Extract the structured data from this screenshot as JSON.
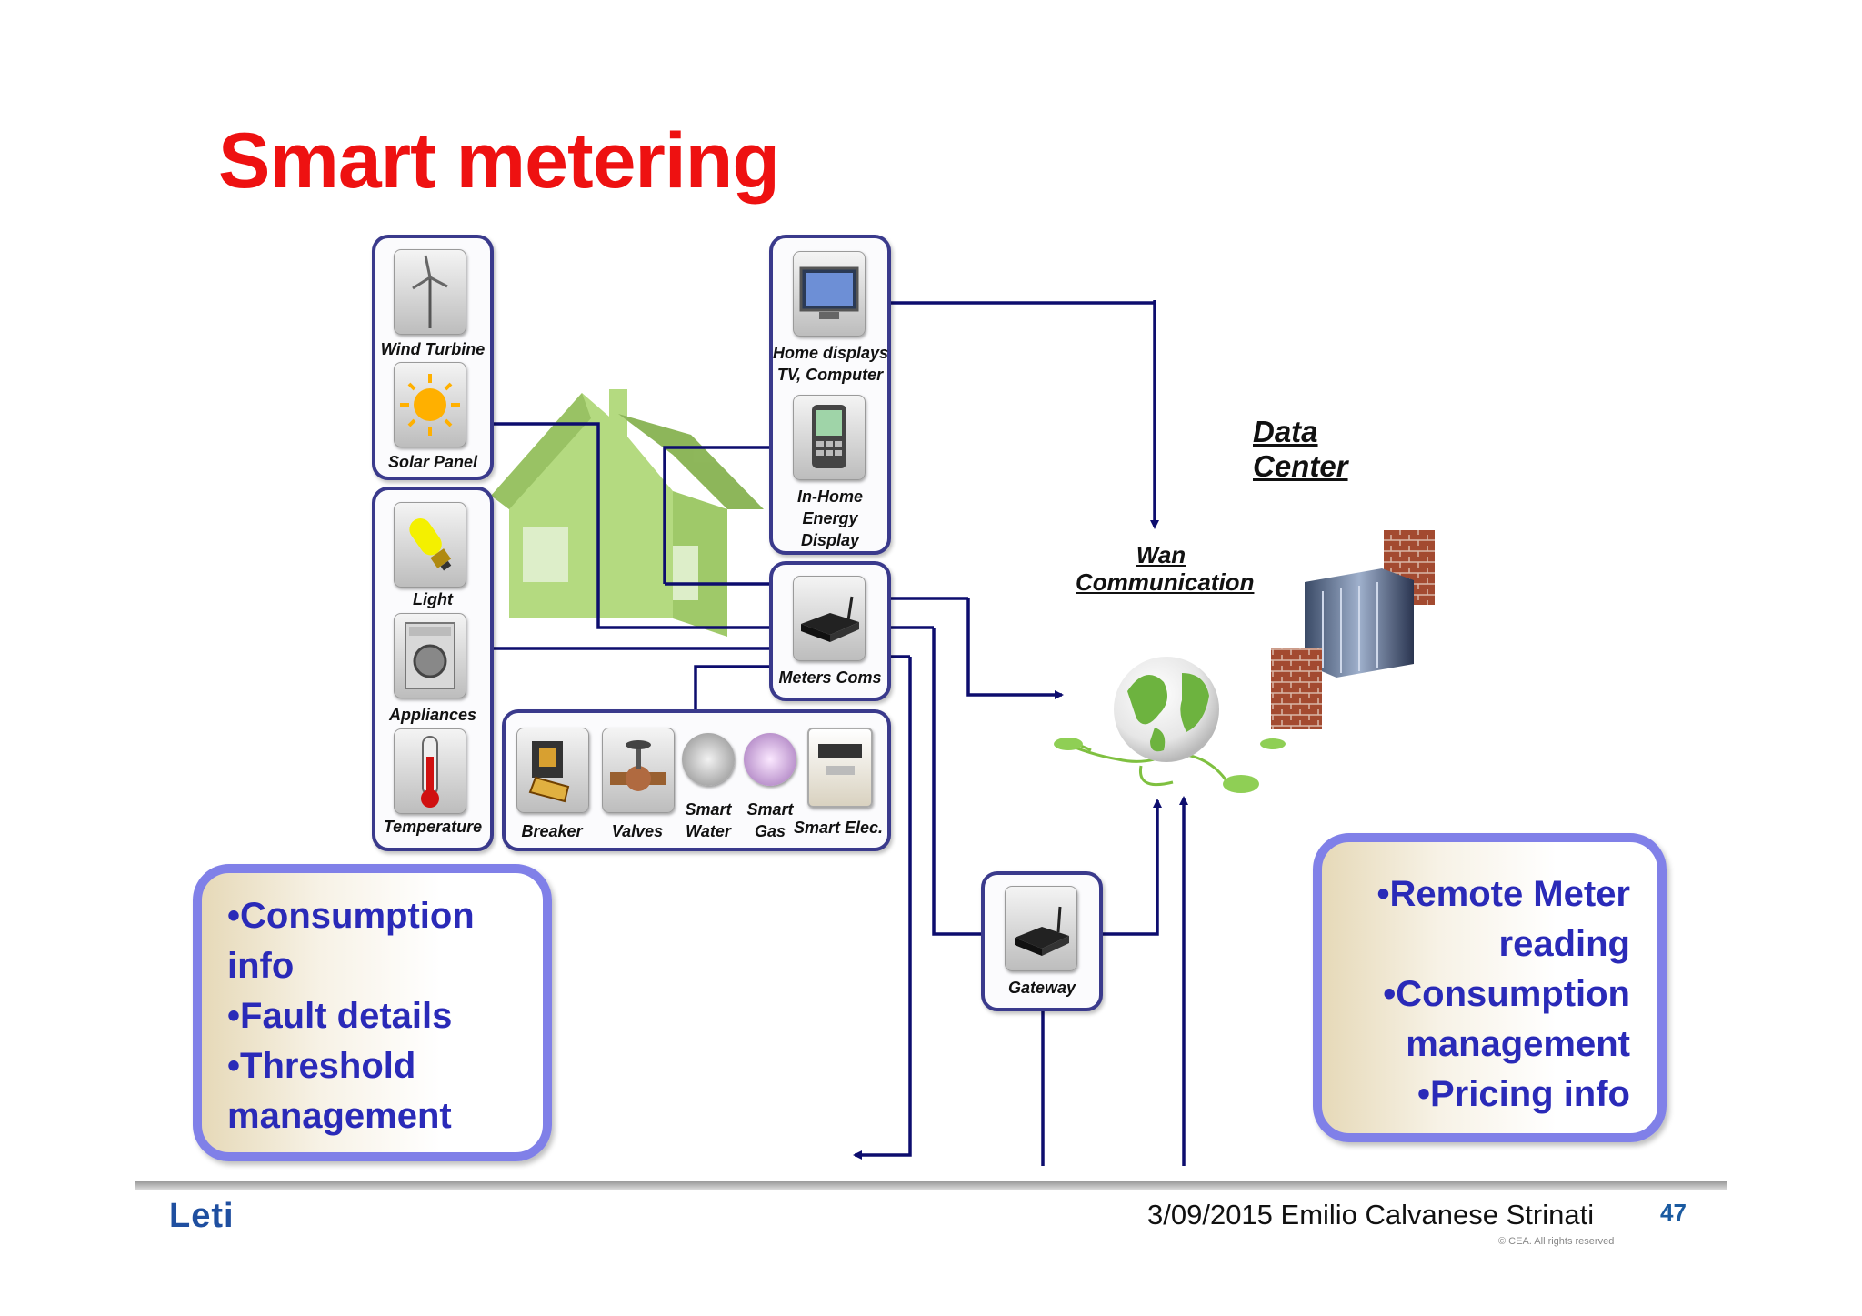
{
  "title": "Smart metering",
  "devices": {
    "wind_turbine": "Wind Turbine",
    "solar_panel": "Solar Panel",
    "light": "Light",
    "appliances": "Appliances",
    "temperature": "Temperature",
    "home_displays_1": "Home displays",
    "home_displays_2": "TV, Computer",
    "in_home_1": "In-Home",
    "in_home_2": "Energy",
    "in_home_3": "Display",
    "meters_coms": "Meters Coms",
    "breaker": "Breaker",
    "valves": "Valves",
    "smart_water_1": "Smart",
    "smart_water_2": "Water",
    "smart_gas_1": "Smart",
    "smart_gas_2": "Gas",
    "smart_elec": "Smart Elec.",
    "gateway": "Gateway"
  },
  "network": {
    "wan_1": "Wan",
    "wan_2": "Communication",
    "data_center_1": "Data",
    "data_center_2": "Center"
  },
  "left_box": [
    "•Consumption",
    "info",
    "•Fault details",
    "•Threshold",
    "management"
  ],
  "right_box": [
    "•Remote Meter",
    "reading",
    "•Consumption",
    "management",
    "•Pricing info"
  ],
  "footer": {
    "logo": "Leti",
    "text": "3/09/2015 Emilio Calvanese Strinati",
    "page": "47",
    "rights": "© CEA. All rights reserved"
  },
  "colors": {
    "title": "#ee1111",
    "arrows": "#0d0d6e",
    "box_border": "#8080e8",
    "box_text": "#2a2ab8",
    "house": "#9ccc5a"
  }
}
